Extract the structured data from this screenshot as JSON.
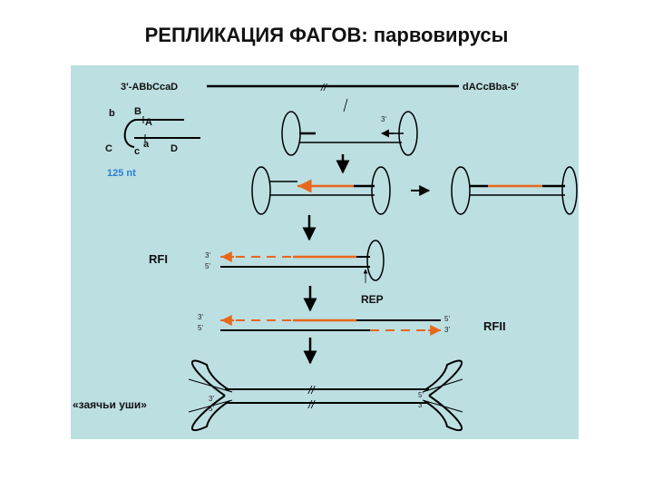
{
  "title": "РЕПЛИКАЦИЯ ФАГОВ: парвовирусы",
  "colors": {
    "panel_bg": "#bcdfe2",
    "dna": "#000000",
    "new_strand": "#e8671b",
    "label_blue": "#2a7fd4"
  },
  "labels": {
    "left_end": "3'-ABbCcaD",
    "right_end": "dACcBba-5'",
    "break": "//",
    "hairpin_b": "b",
    "hairpin_B": "B",
    "hairpin_A": "A",
    "hairpin_C": "C",
    "hairpin_c": "c",
    "hairpin_a": "a",
    "hairpin_D": "D",
    "nt": "125 nt",
    "rfi": "RFI",
    "rep": "REP",
    "rfii": "RFII",
    "ears": "«заячьи уши»",
    "p3": "3'",
    "p5": "5'"
  }
}
